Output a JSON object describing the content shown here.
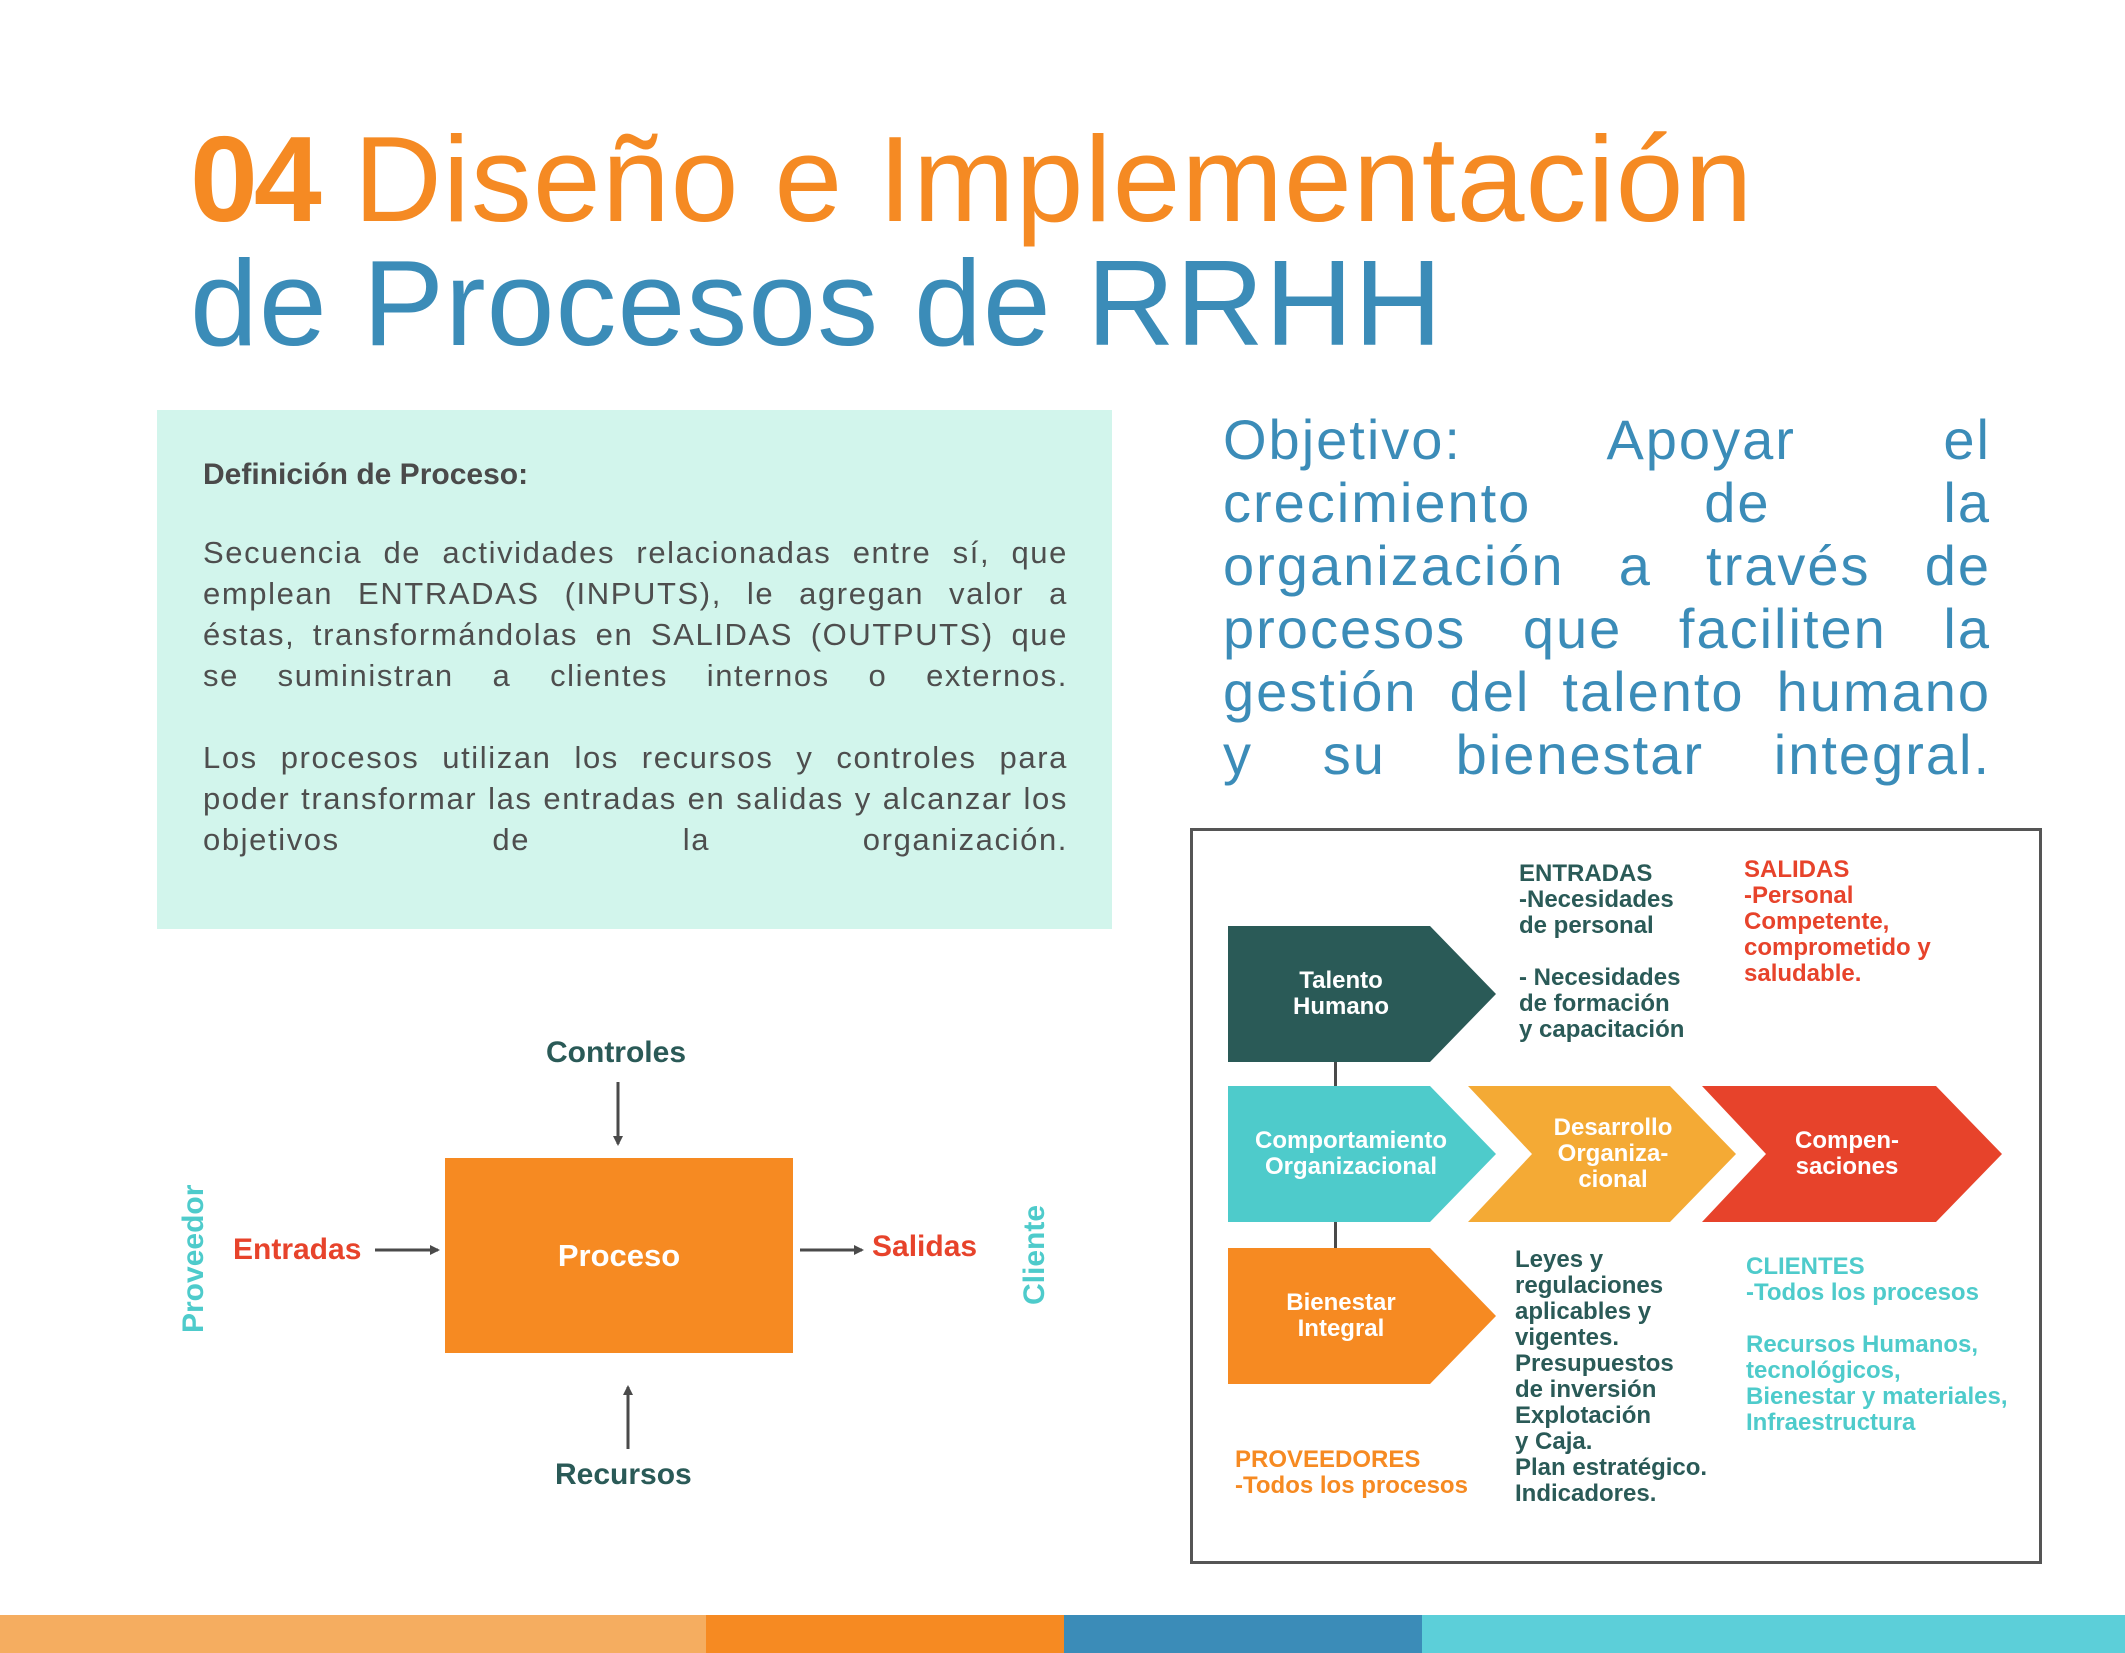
{
  "title": {
    "number": "04",
    "line1": "Diseño e Implementación",
    "line2": "de Procesos de RRHH"
  },
  "definition": {
    "heading": "Definición de Proceso:",
    "paragraph1": "Secuencia de actividades relacionadas entre sí, que emplean ENTRADAS (INPUTS), le agregan valor a éstas, transformándolas en SALIDAS (OUTPUTS) que se suministran a clientes internos o externos.",
    "paragraph2": "Los procesos utilizan los recursos y controles para poder transformar las entradas en salidas y alcanzar los objetivos de la organización."
  },
  "objective": "Objetivo: Apoyar el crecimiento de la organización a través de procesos que faciliten la gestión del talento humano y su bienestar integral.",
  "process_diagram": {
    "controles": "Controles",
    "recursos": "Recursos",
    "entradas": "Entradas",
    "salidas": "Salidas",
    "proceso": "Proceso",
    "proveedor": "Proveedor",
    "cliente": "Cliente"
  },
  "hr_diagram": {
    "chevrons": {
      "talento": [
        "Talento",
        "Humano"
      ],
      "comportamiento": [
        "Comportamiento",
        "Organizacional"
      ],
      "desarrollo": [
        "Desarrollo",
        "Organiza-",
        "cional"
      ],
      "compensaciones": [
        "Compen-",
        "saciones"
      ],
      "bienestar": [
        "Bienestar",
        "Integral"
      ]
    },
    "entradas": [
      "ENTRADAS",
      "-Necesidades",
      "de personal",
      "",
      "- Necesidades",
      "de formación",
      "y capacitación"
    ],
    "salidas": [
      "SALIDAS",
      "-Personal",
      "Competente,",
      "comprometido y",
      "saludable."
    ],
    "recursos_list": [
      "Leyes y",
      "regulaciones",
      "aplicables y",
      "vigentes.",
      "Presupuestos",
      "de inversión",
      "Explotación",
      "y Caja.",
      "Plan estratégico.",
      "Indicadores."
    ],
    "clientes": [
      "CLIENTES",
      "-Todos los procesos"
    ],
    "recursos_humanos": [
      "Recursos Humanos,",
      "tecnológicos,",
      "Bienestar y materiales,",
      "Infraestructura"
    ],
    "proveedores": [
      "PROVEEDORES",
      "-Todos los procesos"
    ]
  },
  "colors": {
    "orange": "#f68a22",
    "blue": "#3b8cb8",
    "teal": "#4ecbcb",
    "dark_teal": "#2a5a57",
    "red": "#e7432b",
    "yellow": "#f4aa35",
    "mint_panel": "#d2f5ec",
    "light_orange": "#f5ad60"
  }
}
